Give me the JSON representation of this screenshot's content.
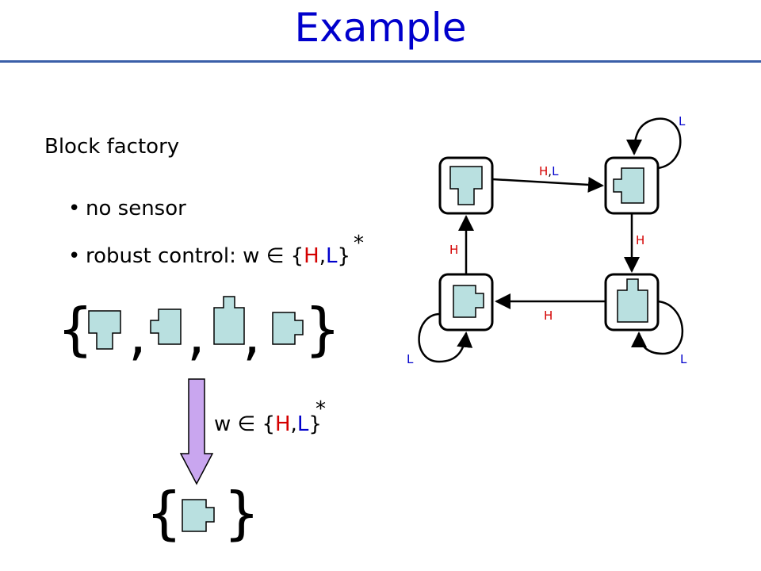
{
  "title": "Example",
  "subtitle": "Block factory",
  "bullets": {
    "b1": "no sensor",
    "b2_prefix": "robust control: w ∈ {",
    "b2_h": "H",
    "b2_comma": ",",
    "b2_l": "L",
    "b2_suffix": "}",
    "b2_star": "*"
  },
  "set_expression": {
    "open": "{",
    "close": "}",
    "comma": ","
  },
  "arrow_label": {
    "prefix": "w ∈ {",
    "h": "H",
    "comma": ",",
    "l": "L",
    "suffix": "}",
    "star": "*"
  },
  "result_set": {
    "open": "{",
    "close": "}"
  },
  "graph": {
    "edge_labels": {
      "top": "H,L",
      "right": "H",
      "left": "H",
      "bottom": "H",
      "loop_top_right": "L",
      "loop_bottom_left": "L",
      "loop_bottom_right": "L"
    }
  },
  "colors": {
    "title": "#0000cc",
    "input_H": "#d40000",
    "input_L": "#0000cc",
    "block_fill": "#b9e0e0",
    "arrow_fill": "#c9a6ef"
  }
}
